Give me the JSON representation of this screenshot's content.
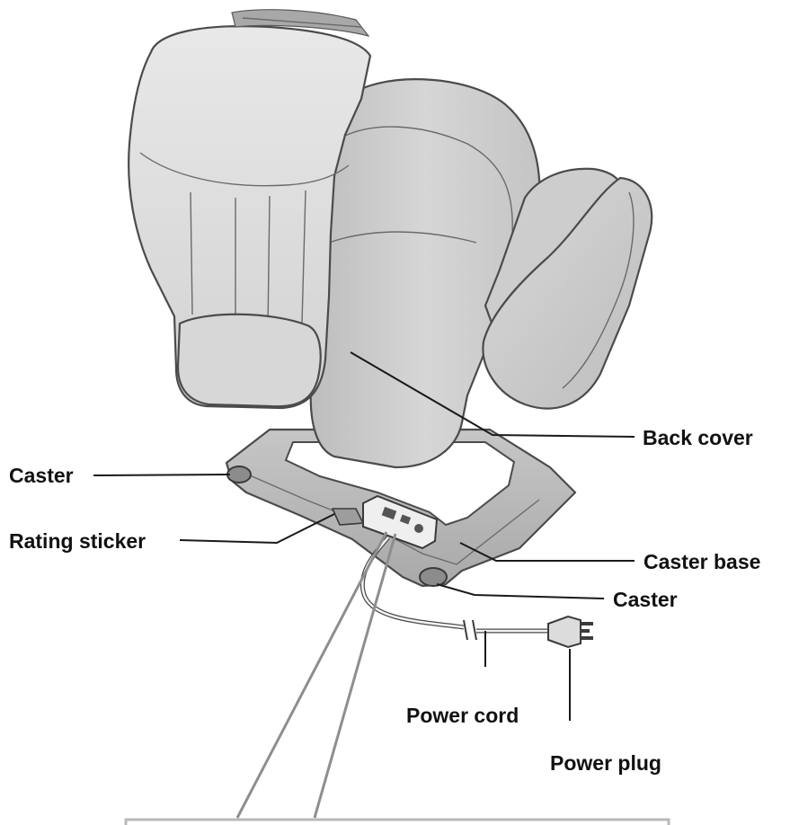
{
  "labels": {
    "back_cover": "Back cover",
    "caster_left": "Caster",
    "rating_sticker": "Rating sticker",
    "caster_base": "Caster base",
    "caster_right": "Caster",
    "power_cord": "Power cord",
    "power_plug": "Power plug"
  },
  "colors": {
    "chair_light": "#e1e1e1",
    "chair_mid": "#cfcfcf",
    "chair_dark": "#b4b4b4",
    "outline": "#4b4b4b",
    "leader": "#1a1a1a",
    "detail_line": "#b9b9b9"
  }
}
